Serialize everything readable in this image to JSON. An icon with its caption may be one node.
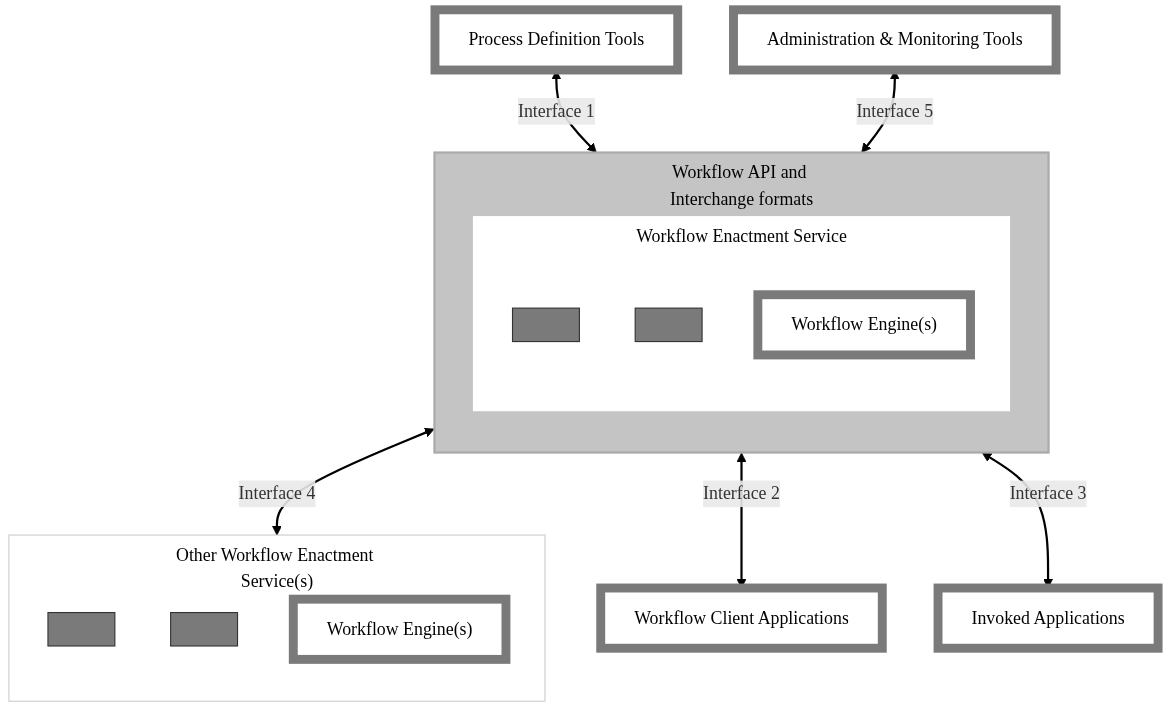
{
  "diagram": {
    "nodes": [
      {
        "text": [
          "Process Definition Tools"
        ]
      },
      {
        "text": [
          "Workflow API and Interchange formats"
        ]
      },
      {
        "text": [
          "Workflow Enactment Service"
        ],
        "in": 1
      },
      {
        "text": [],
        "shape": "box",
        "in": 2
      },
      {
        "text": [],
        "shape": "box",
        "in": 2
      },
      {
        "text": [
          "Workflow Engine(s)"
        ],
        "in": 2
      },
      {
        "text": [
          "Administration & Monitoring Tools"
        ]
      },
      {
        "text": [
          "Other Workflow Enactment Service(s)"
        ]
      },
      {
        "text": [],
        "shape": "box",
        "in": 7
      },
      {
        "text": [],
        "shape": "box",
        "in": 7
      },
      {
        "text": [
          "Workflow Engine(s)"
        ],
        "in": 7
      },
      {
        "text": [
          "Workflow Client Applications"
        ]
      },
      {
        "text": [
          "Invoked Applications"
        ]
      }
    ],
    "edges": [
      {
        "from": 0,
        "to": 1,
        "arrow": "both",
        "label": "Interface 1"
      },
      {
        "from": 6,
        "to": 1,
        "arrow": "both",
        "label": "Interface 5"
      },
      {
        "from": 1,
        "to": 7,
        "arrow": "both",
        "label": "Interface 4"
      },
      {
        "from": 1,
        "to": 11,
        "arrow": "both",
        "label": "Interface 2"
      },
      {
        "from": 1,
        "to": 12,
        "arrow": "both",
        "label": "Interface 3"
      }
    ]
  }
}
